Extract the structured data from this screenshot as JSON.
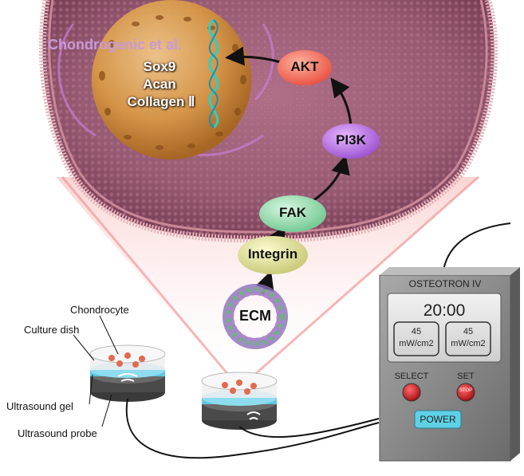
{
  "pathway": {
    "title": "Chondrogenic et al.",
    "genes": [
      "Sox9",
      "Acan",
      "Collagen Ⅱ"
    ],
    "nodes": {
      "akt": "AKT",
      "pi3k": "PI3K",
      "fak": "FAK",
      "integrin": "Integrin",
      "ecm": "ECM"
    }
  },
  "setup_labels": {
    "chondrocyte": "Chondrocyte",
    "culture_dish": "Culture dish",
    "ultrasound_gel": "Ultrasound gel",
    "ultrasound_probe": "Ultrasound probe"
  },
  "device": {
    "name": "OSTEOTRON IV",
    "timer": "20:00",
    "intensity_left": "45",
    "intensity_right": "45",
    "unit_left": "mW/cm2",
    "unit_right": "mW/cm2",
    "select_label": "SELECT",
    "set_label": "SET",
    "stop_label": "STOP",
    "power_label": "POWER"
  },
  "colors": {
    "cytoplasm": "#9a5a74",
    "membrane": "#d79aa5",
    "nucleus": "#d99a45",
    "akt": "#f26a5c",
    "pi3k": "#b06ad8",
    "fak": "#8fd9a8",
    "integrin": "#dcdc8c",
    "gel": "#5fc8e0",
    "power_button": "#5fd1e6",
    "select_button": "#d0202a",
    "beam": "#f7b7b7"
  }
}
